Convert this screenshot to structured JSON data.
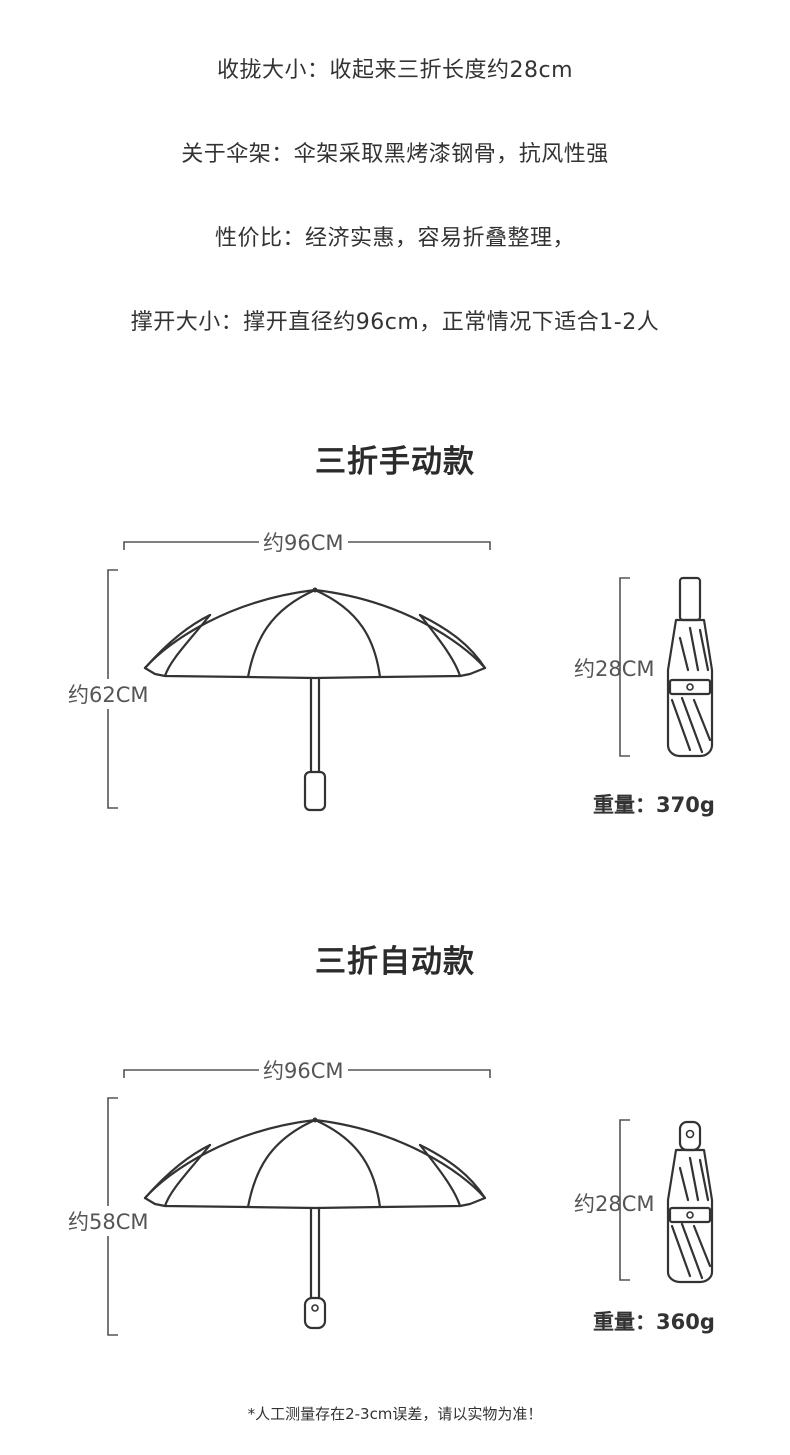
{
  "specs": [
    "收拢大小：收起来三折长度约28cm",
    "关于伞架：伞架采取黑烤漆钢骨，抗风性强",
    "性价比：经济实惠，容易折叠整理，",
    "撑开大小：撑开直径约96cm，正常情况下适合1-2人"
  ],
  "manual": {
    "title": "三折手动款",
    "width_label": "约96CM",
    "height_label": "约62CM",
    "folded_label": "约28CM",
    "weight_label": "重量：370g"
  },
  "auto": {
    "title": "三折自动款",
    "width_label": "约96CM",
    "height_label": "约58CM",
    "folded_label": "约28CM",
    "weight_label": "重量：360g"
  },
  "footnote": "*人工测量存在2-3cm误差，请以实物为准！"
}
